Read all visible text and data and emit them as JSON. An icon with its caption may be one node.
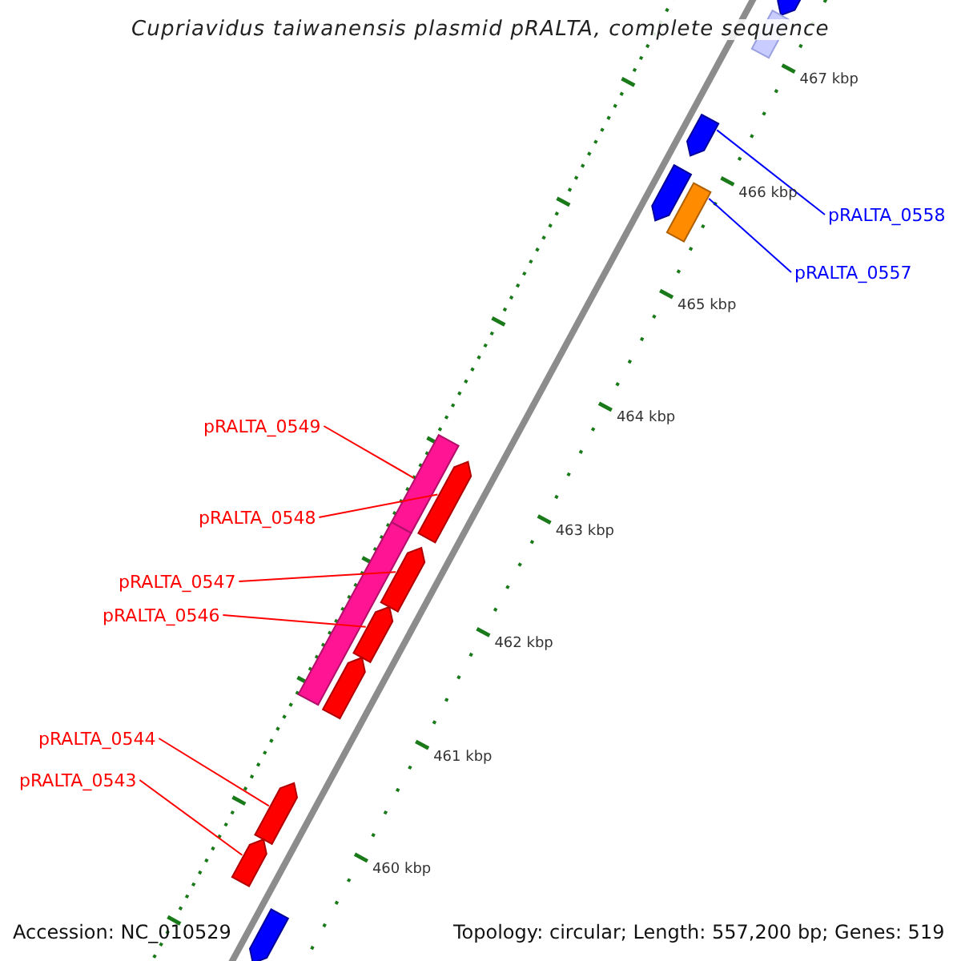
{
  "diagram": {
    "title": "Cupriavidus taiwanensis plasmid pRALTA, complete sequence",
    "nodes": [
      {
        "text": [
          "pRALTA_0558"
        ]
      },
      {
        "text": [
          "pRALTA_0557"
        ]
      },
      {
        "text": [
          "pRALTA_0549"
        ]
      },
      {
        "text": [
          "pRALTA_0548"
        ]
      },
      {
        "text": [
          "pRALTA_0547"
        ]
      },
      {
        "text": [
          "pRALTA_0546"
        ]
      },
      {
        "text": [
          "pRALTA_0544"
        ]
      },
      {
        "text": [
          "pRALTA_0543"
        ]
      },
      {
        "text": [],
        "shape": "arrow"
      },
      {
        "text": [],
        "shape": "box"
      },
      {
        "text": [],
        "shape": "arrow"
      },
      {
        "text": [],
        "shape": "arrow"
      },
      {
        "text": [],
        "shape": "box"
      },
      {
        "text": [],
        "shape": "box"
      },
      {
        "text": [],
        "shape": "arrow"
      },
      {
        "text": [],
        "shape": "box"
      },
      {
        "text": [],
        "shape": "arrow"
      },
      {
        "text": [],
        "shape": "arrow"
      },
      {
        "text": [],
        "shape": "arrow"
      },
      {
        "text": [],
        "shape": "arrow"
      },
      {
        "text": [],
        "shape": "arrow"
      },
      {
        "text": [],
        "shape": "arrow"
      }
    ],
    "edges": [
      {
        "from": 0,
        "to": 10,
        "arrow": "none",
        "color": "#0000ff"
      },
      {
        "from": 1,
        "to": 12,
        "arrow": "none",
        "color": "#0000ff"
      },
      {
        "from": 2,
        "to": 13,
        "arrow": "none"
      },
      {
        "from": 3,
        "to": 14,
        "arrow": "none"
      },
      {
        "from": 4,
        "to": 16,
        "arrow": "none"
      },
      {
        "from": 5,
        "to": 17,
        "arrow": "none"
      },
      {
        "from": 6,
        "to": 19,
        "arrow": "none"
      },
      {
        "from": 7,
        "to": 20,
        "arrow": "none"
      }
    ],
    "labels": [
      "467 kbp",
      "466 kbp",
      "465 kbp",
      "464 kbp",
      "463 kbp",
      "462 kbp",
      "461 kbp",
      "460 kbp",
      "Accession: NC_010529",
      "Topology: circular; Length: 557,200 bp; Genes: 519"
    ]
  }
}
